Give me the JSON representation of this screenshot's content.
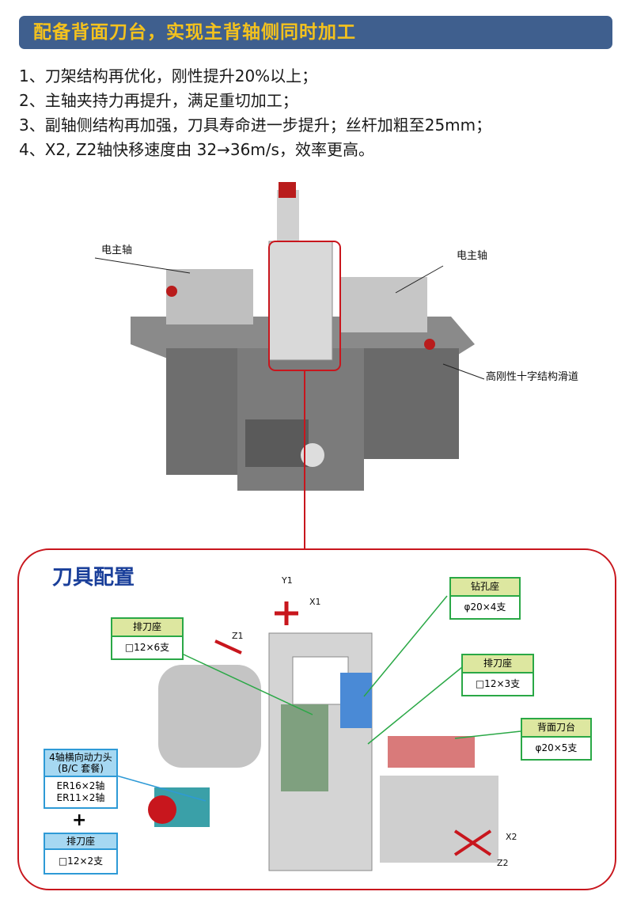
{
  "header": {
    "title": "配备背面刀台，实现主背轴侧同时加工"
  },
  "features": [
    "1、刀架结构再优化，刚性提升20%以上；",
    "2、主轴夹持力再提升，满足重切加工；",
    "3、副轴侧结构再加强，刀具寿命进一步提升；丝杆加粗至25mm；",
    "4、X2, Z2轴快移速度由 32→36m/s，效率更高。"
  ],
  "machine_labels": {
    "spindle_left": "电主轴",
    "spindle_right": "电主轴",
    "slide": "高刚性十字结构滑道"
  },
  "tooling": {
    "title": "刀具配置",
    "axes": {
      "y1": "Y1",
      "x1": "X1",
      "z1": "Z1",
      "x2": "X2",
      "z2": "Z2"
    },
    "gang_left": {
      "title": "排刀座",
      "value": "□12×6支"
    },
    "drill": {
      "title": "钻孔座",
      "value": "φ20×4支"
    },
    "gang_right": {
      "title": "排刀座",
      "value": "□12×3支"
    },
    "back": {
      "title": "背面刀台",
      "value": "φ20×5支"
    },
    "power_head": {
      "title1": "4轴横向动力头",
      "title2": "(B/C 套餐)",
      "line1": "ER16×2轴",
      "line2": "ER11×2轴"
    },
    "plus": "+",
    "gang_small": {
      "title": "排刀座",
      "value": "□12×2支"
    }
  },
  "colors": {
    "header_bg": "#3f5f8e",
    "header_text": "#f4c21d",
    "accent_red": "#c8161d",
    "title_blue": "#1a3f9a",
    "green": "#2aa846",
    "blue": "#2e9ad6"
  }
}
